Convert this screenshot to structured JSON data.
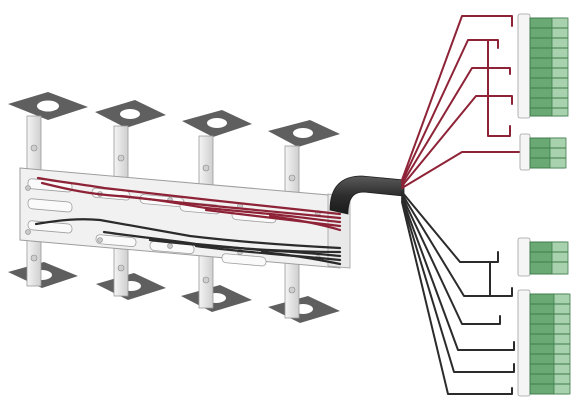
{
  "colors": {
    "background": "#ffffff",
    "pad": "#5f5f5f",
    "metal": "#e6e6e6",
    "metal_edge": "#a7a7a7",
    "wire_red": "#8e2337",
    "wire_black": "#2b2b2b",
    "bundle": "#3a3a3a",
    "connector": "#6aa874",
    "connector_dark": "#3f7c4b",
    "connector_light": "#a8d1ae"
  },
  "components": {
    "bracket_count": 4,
    "red_wire_count": 5,
    "black_wire_count": 6,
    "connector_groups": [
      {
        "color": "green",
        "wire": "red",
        "pins": 10
      },
      {
        "color": "green",
        "wire": "red",
        "pins": 3
      },
      {
        "color": "green",
        "wire": "black",
        "pins": 3
      },
      {
        "color": "green",
        "wire": "black",
        "pins": 10
      }
    ]
  }
}
